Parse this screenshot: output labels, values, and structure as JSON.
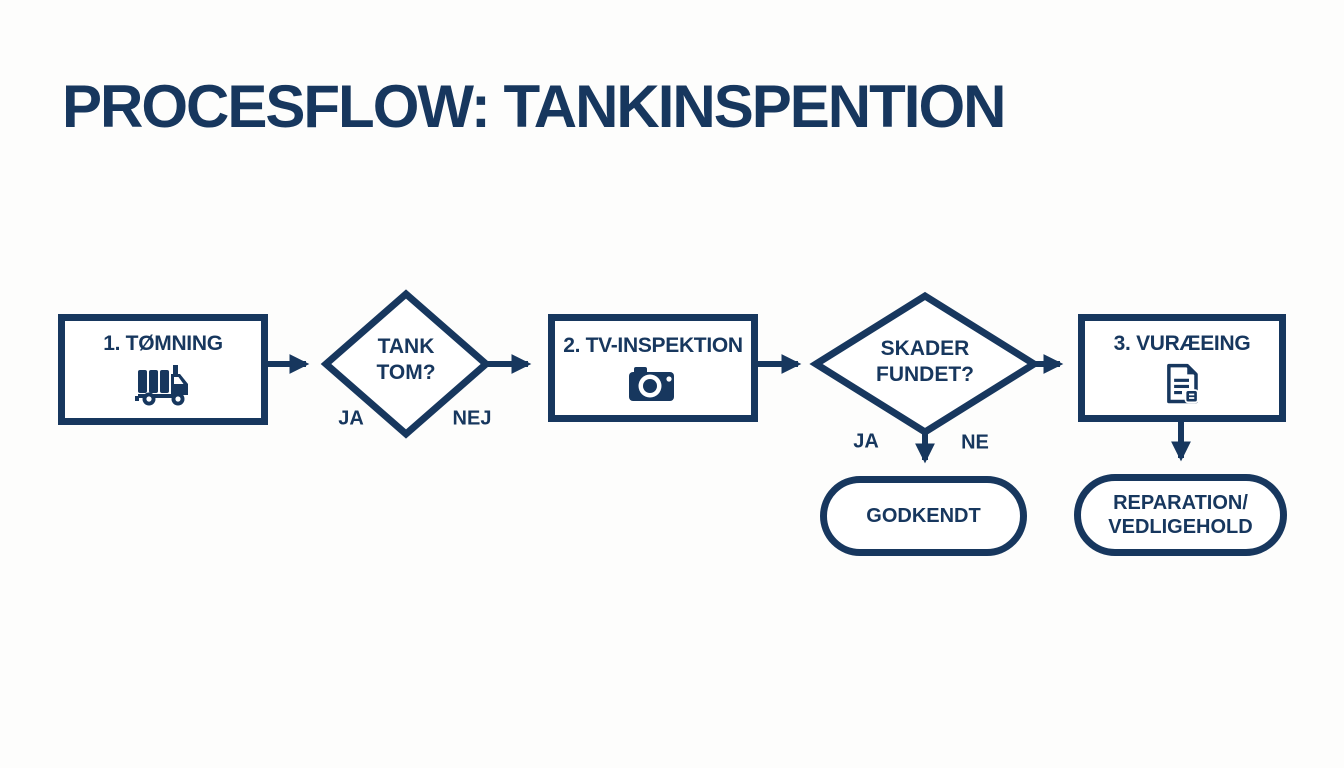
{
  "title": "PROCESFLOW: TANKINSPENTION",
  "colors": {
    "navy": "#17375E",
    "background": "#FDFDFC",
    "shape_fill": "#FFFFFF"
  },
  "flow": {
    "step1": {
      "label": "1. TØMNING",
      "icon": "truck-icon"
    },
    "decision1": {
      "line1": "TANK",
      "line2": "TOM?",
      "branch_left": "JA",
      "branch_right": "NEJ"
    },
    "step2": {
      "label": "2. TV-INSPEKTION",
      "icon": "camera-icon"
    },
    "decision2": {
      "line1": "SKADER",
      "line2": "FUNDET?",
      "branch_left": "JA",
      "branch_right": "NE"
    },
    "step3": {
      "label": "3. VURÆEING",
      "icon": "document-icon"
    },
    "outcome_approved": {
      "label": "GODKENDT"
    },
    "outcome_repair": {
      "line1": "REPARATION/",
      "line2": "VEDLIGEHOLD"
    }
  }
}
